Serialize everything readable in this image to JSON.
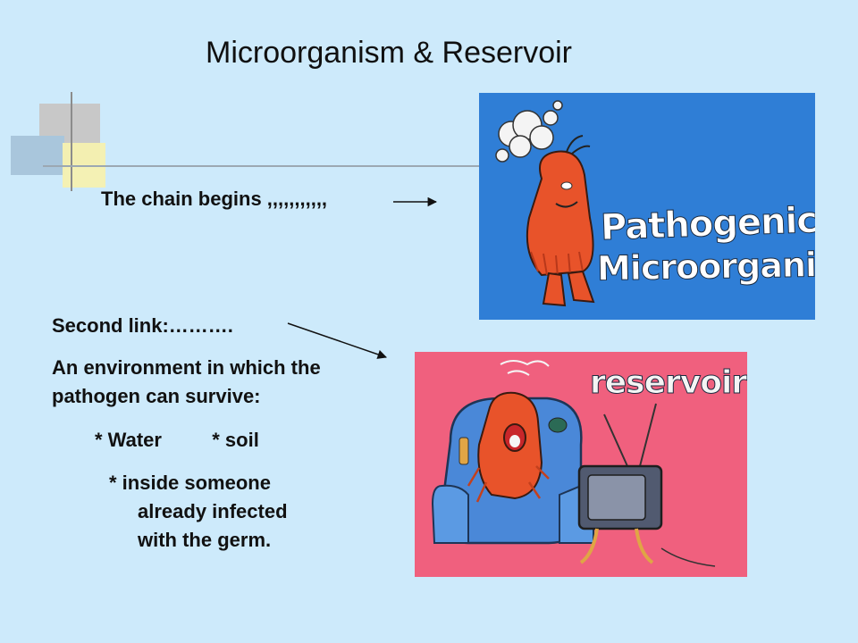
{
  "slide": {
    "title": "Microorganism & Reservoir",
    "chain_text": "The chain begins ,,,,,,,,,,,",
    "second_link": "Second link:……….",
    "environment_text": "An environment in which the pathogen can survive:",
    "bullet_water": "* Water",
    "bullet_soil": "* soil",
    "bullet_inside_1": "* inside someone",
    "bullet_inside_2": "already infected",
    "bullet_inside_3": "with the germ."
  },
  "images": {
    "pathogen_label_1": "Pathogenic",
    "pathogen_label_2": "Microorganism",
    "reservoir_label": "reservoir"
  },
  "colors": {
    "background": "#cdeafb",
    "pathogen_bg": "#2f7ed6",
    "reservoir_bg": "#f0607e",
    "creature": "#e8532a"
  }
}
